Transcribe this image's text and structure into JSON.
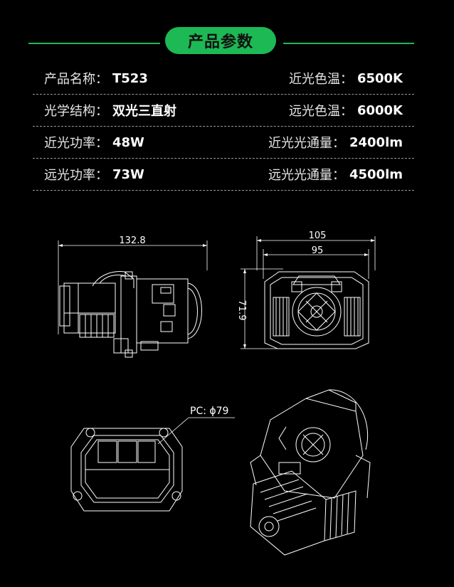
{
  "header": {
    "title": "产品参数"
  },
  "specs": [
    {
      "left": {
        "key": "产品名称：",
        "value": "T523"
      },
      "right": {
        "key": "近光色温：",
        "value": "6500K"
      }
    },
    {
      "left": {
        "key": "光学结构：",
        "value": "双光三直射"
      },
      "right": {
        "key": "远光色温：",
        "value": "6000K"
      }
    },
    {
      "left": {
        "key": "近光功率：",
        "value": "48W"
      },
      "right": {
        "key": "近光光通量：",
        "value": "2400lm"
      }
    },
    {
      "left": {
        "key": "远光功率：",
        "value": "73W"
      },
      "right": {
        "key": "远光光通量：",
        "value": "4500lm"
      }
    }
  ],
  "drawings": {
    "side_view": {
      "width_label": "132.8"
    },
    "front_view": {
      "outer_width_label": "105",
      "inner_width_label": "95",
      "height_label": "71.9"
    },
    "shroud_view": {
      "pc_label": "PC: ϕ79"
    }
  },
  "colors": {
    "accent": "#1db954",
    "background": "#000000",
    "line": "#ffffff"
  }
}
